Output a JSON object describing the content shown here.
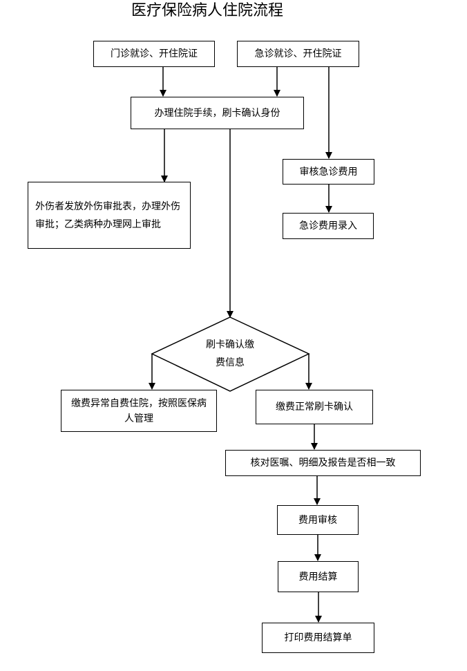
{
  "title": "医疗保险病人住院流程",
  "nodes": {
    "outpatient": "门诊就诊、开住院证",
    "emergency": "急诊就诊、开住院证",
    "admission": "办理住院手续，刷卡确认身份",
    "injury_approval": "外伤者发放外伤审批表，办理外伤审批；乙类病种办理网上审批",
    "audit_emergency_cost": "审核急诊费用",
    "emergency_cost_entry": "急诊费用录入",
    "decision_line1": "刷卡确认缴",
    "decision_line2": "费信息",
    "abnormal_payment": "缴费异常自费住院，按照医保病人管理",
    "normal_payment": "缴费正常刷卡确认",
    "check_orders": "核对医嘱、明细及报告是否相一致",
    "cost_audit": "费用审核",
    "cost_settlement": "费用结算",
    "print_settlement": "打印费用结算单"
  }
}
